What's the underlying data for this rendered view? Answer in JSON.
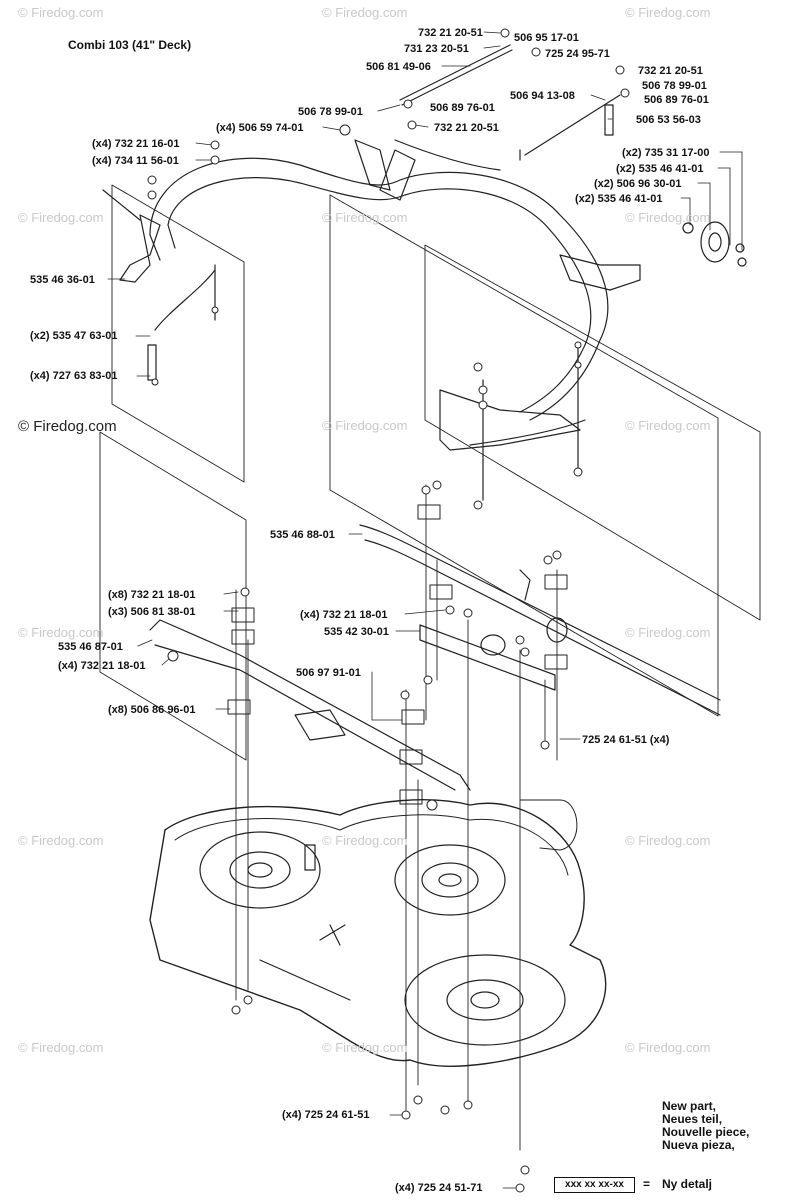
{
  "title": "Combi 103 (41\" Deck)",
  "watermark": "© Firedog.com",
  "parts": [
    {
      "id": "p1",
      "text": "732 21 20-51"
    },
    {
      "id": "p2",
      "text": "506 95 17-01"
    },
    {
      "id": "p3",
      "text": "731 23 20-51"
    },
    {
      "id": "p4",
      "text": "725 24 95-71"
    },
    {
      "id": "p5",
      "text": "506 81 49-06"
    },
    {
      "id": "p6",
      "text": "732 21 20-51"
    },
    {
      "id": "p7",
      "text": "506 78 99-01"
    },
    {
      "id": "p8",
      "text": "506 94 13-08"
    },
    {
      "id": "p9",
      "text": "506 89 76-01"
    },
    {
      "id": "p10",
      "text": "506 78 99-01"
    },
    {
      "id": "p11",
      "text": "506 89 76-01"
    },
    {
      "id": "p12",
      "text": "(x4) 506 59 74-01"
    },
    {
      "id": "p13",
      "text": "732 21 20-51"
    },
    {
      "id": "p14",
      "text": "506 53 56-03"
    },
    {
      "id": "p15",
      "text": "(x4) 732 21 16-01"
    },
    {
      "id": "p16",
      "text": "(x4) 734 11 56-01"
    },
    {
      "id": "p17",
      "text": "(x2) 735 31 17-00"
    },
    {
      "id": "p18",
      "text": "(x2) 535 46 41-01"
    },
    {
      "id": "p19",
      "text": "(x2) 506 96 30-01"
    },
    {
      "id": "p20",
      "text": "(x2) 535 46 41-01"
    },
    {
      "id": "p21",
      "text": "535 46 36-01"
    },
    {
      "id": "p22",
      "text": "(x2) 535 47 63-01"
    },
    {
      "id": "p23",
      "text": "(x4) 727 63 83-01"
    },
    {
      "id": "p24",
      "text": "535 46 88-01"
    },
    {
      "id": "p25",
      "text": "(x8) 732 21 18-01"
    },
    {
      "id": "p26",
      "text": "(x3) 506 81 38-01"
    },
    {
      "id": "p27",
      "text": "(x4) 732 21 18-01"
    },
    {
      "id": "p28",
      "text": "535 42 30-01"
    },
    {
      "id": "p29",
      "text": "535 46 87-01"
    },
    {
      "id": "p30",
      "text": "(x4) 732 21 18-01"
    },
    {
      "id": "p31",
      "text": "506 97 91-01"
    },
    {
      "id": "p32",
      "text": "(x8) 506 86 96-01"
    },
    {
      "id": "p33",
      "text": "725 24 61-51 (x4)"
    },
    {
      "id": "p34",
      "text": "(x4) 725 24 61-51"
    },
    {
      "id": "p35",
      "text": "(x4) 725 24 51-71"
    }
  ],
  "legend": {
    "lines": [
      "New part,",
      "Neues teil,",
      "Nouvelle piece,",
      "Nueva pieza,"
    ],
    "box": "xxx xx xx-xx",
    "equals": "=",
    "last": "Ny detalj"
  }
}
